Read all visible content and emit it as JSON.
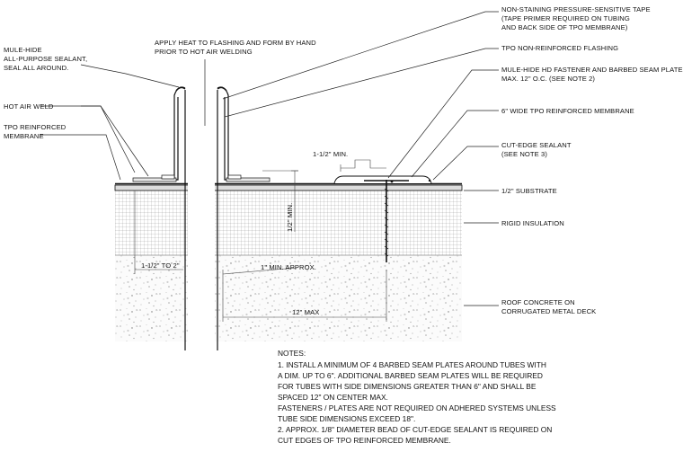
{
  "diagram": {
    "callouts": {
      "mule_hide_sealant": [
        "MULE-HIDE",
        "ALL-PURPOSE SEALANT,",
        "SEAL ALL AROUND."
      ],
      "apply_heat": [
        "APPLY HEAT TO FLASHING AND FORM BY HAND",
        "PRIOR TO HOT AIR WELDING"
      ],
      "hot_air_weld": [
        "HOT AIR WELD"
      ],
      "tpo_reinforced_membrane": [
        "TPO REINFORCED",
        "MEMBRANE"
      ],
      "tape": [
        "NON-STAINING PRESSURE-SENSITIVE TAPE",
        "(TAPE PRIMER REQUIRED ON TUBING",
        "AND BACK SIDE OF TPO MEMBRANE)"
      ],
      "tpo_flashing": [
        "TPO NON-REINFORCED FLASHING"
      ],
      "fastener": [
        "MULE-HIDE HD FASTENER AND BARBED SEAM PLATE",
        "MAX. 12\" O.C. (SEE NOTE 2)"
      ],
      "six_inch_membrane": [
        "6\" WIDE TPO REINFORCED MEMBRANE"
      ],
      "cut_edge_sealant": [
        "CUT-EDGE SEALANT",
        "(SEE NOTE 3)"
      ],
      "substrate": [
        "1/2\" SUBSTRATE"
      ],
      "rigid_insulation": [
        "RIGID INSULATION"
      ],
      "roof_concrete": [
        "ROOF CONCRETE ON",
        "CORRUGATED METAL DECK"
      ]
    },
    "dimensions": {
      "one_half_min": "1-1/2\" MIN.",
      "half_min": "1/2\" MIN.",
      "one_half_to_two": "1-1/2\" TO 2\"",
      "one_min_approx": "1\" MIN. APPROX.",
      "twelve_max": "12\" MAX"
    },
    "notes": {
      "heading": "NOTES:",
      "lines": [
        "1. INSTALL A MINIMUM OF 4 BARBED SEAM PLATES AROUND TUBES WITH",
        "A DIM. UP TO 6\". ADDITIONAL BARBED SEAM PLATES WILL BE REQUIRED",
        "FOR TUBES WITH SIDE DIMENSIONS GREATER THAN 6\" AND SHALL BE",
        "SPACED 12\" ON CENTER MAX.",
        "FASTENERS / PLATES ARE NOT REQUIRED ON ADHERED SYSTEMS UNLESS",
        "TUBE SIDE DIMENSIONS EXCEED 18\".",
        "",
        "2. APPROX. 1/8\" DIAMETER BEAD OF CUT-EDGE SEALANT IS REQUIRED ON",
        "CUT EDGES OF TPO REINFORCED MEMBRANE."
      ]
    }
  }
}
